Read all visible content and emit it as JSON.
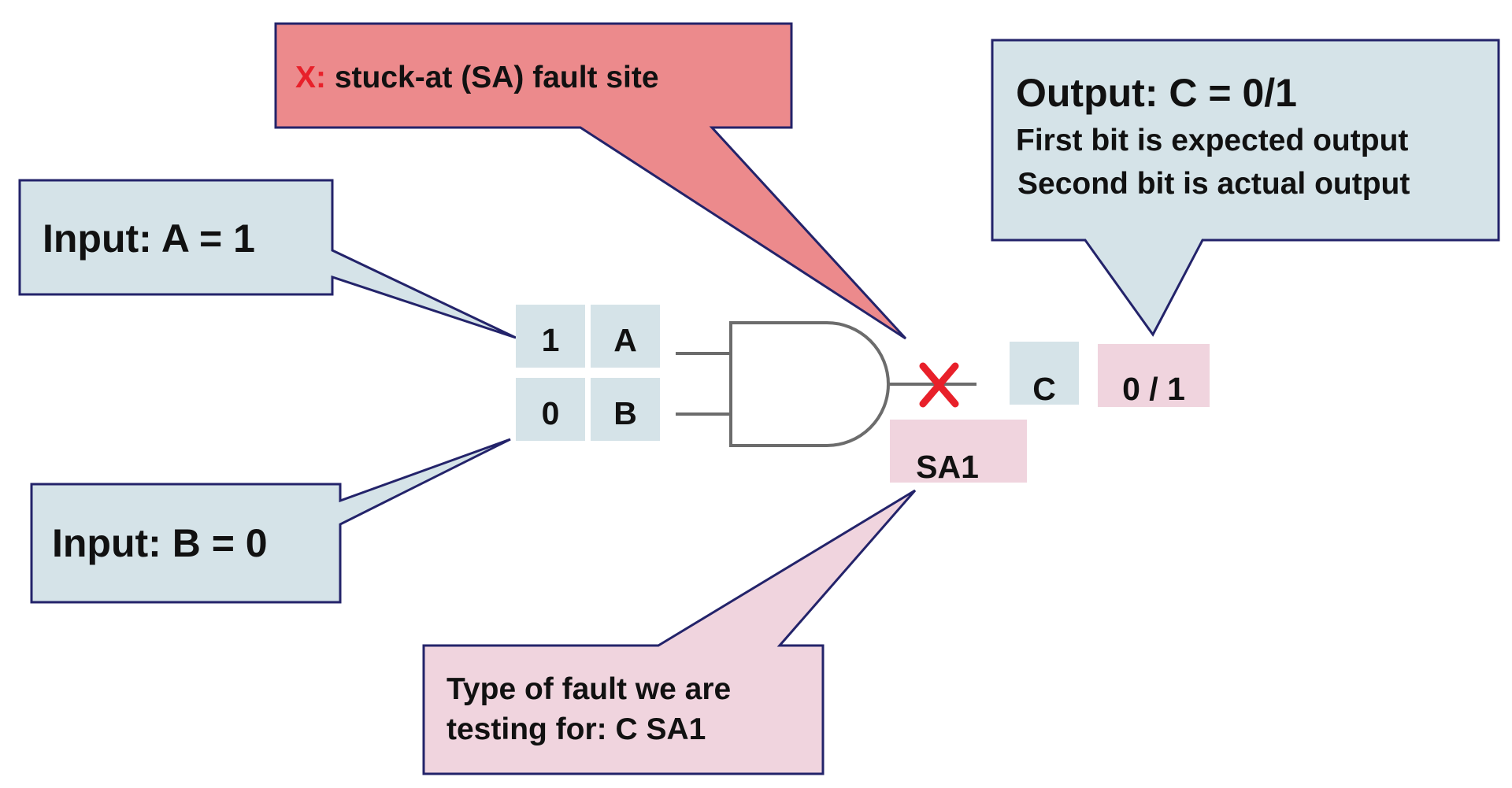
{
  "callouts": {
    "fault_site": {
      "marker": "X:",
      "text": " stuck-at (SA) fault site"
    },
    "output": {
      "title": "Output: C = 0/1",
      "line1": "First bit is expected output",
      "line2": "Second bit is actual output"
    },
    "input_a": {
      "text": "Input: A = 1"
    },
    "input_b": {
      "text": "Input: B = 0"
    },
    "fault_type": {
      "line1": "Type of fault we are",
      "line2": "testing for: C SA1"
    }
  },
  "circuit": {
    "input_a": {
      "value": "1",
      "name": "A"
    },
    "input_b": {
      "value": "0",
      "name": "B"
    },
    "output": {
      "name": "C",
      "value": "0 / 1"
    },
    "fault_label": "SA1"
  },
  "colors": {
    "blue_box": "#d5e3e8",
    "pink_box": "#f0d4de",
    "red_box": "#ec8a8c",
    "border": "#23236a",
    "fault_mark": "#e8202a",
    "gate_stroke": "#6c6c6c"
  }
}
